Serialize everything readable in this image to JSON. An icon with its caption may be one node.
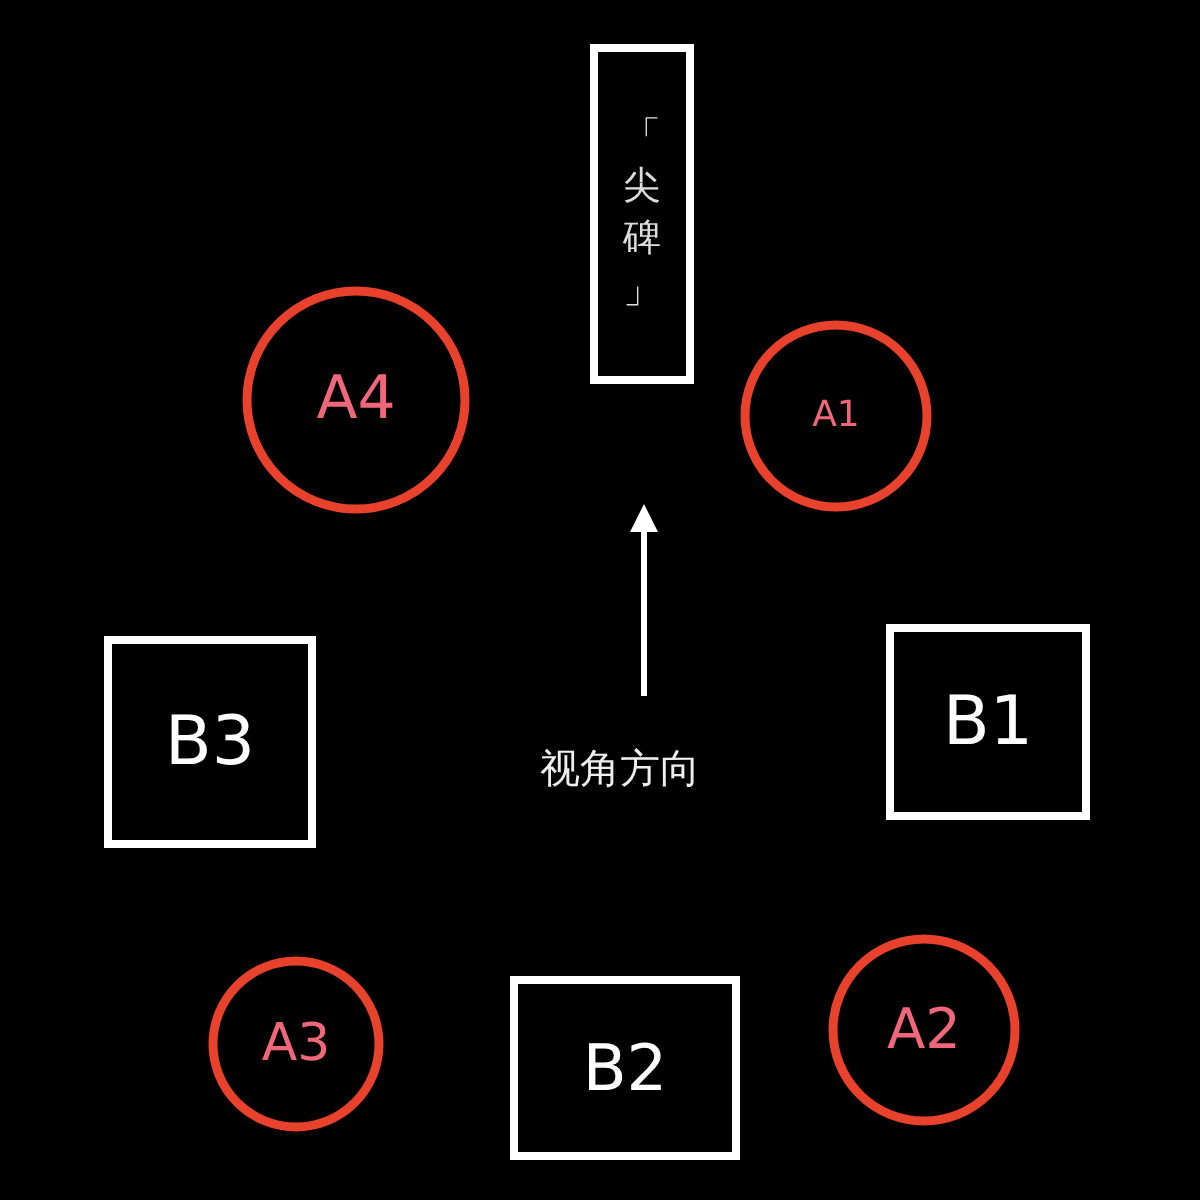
{
  "diagram": {
    "nodes": [
      {
        "text": [
          "「尖碑」"
        ]
      },
      {
        "text": [
          "A4"
        ]
      },
      {
        "text": [
          "A1"
        ]
      },
      {
        "text": [
          "B3"
        ]
      },
      {
        "text": [
          "B1"
        ]
      },
      {
        "text": [
          "A3"
        ]
      },
      {
        "text": [
          "B2"
        ]
      },
      {
        "text": [
          "A2"
        ]
      }
    ],
    "labels": [
      "视角方向"
    ]
  }
}
